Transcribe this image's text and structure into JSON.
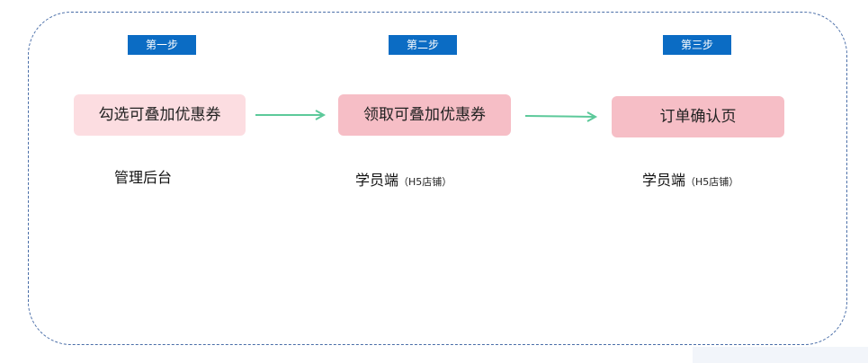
{
  "steps": [
    {
      "tag": "第一步",
      "node": "勾选可叠加优惠券",
      "caption": "管理后台",
      "caption_note": ""
    },
    {
      "tag": "第二步",
      "node": "领取可叠加优惠券",
      "caption": "学员端",
      "caption_note": "（H5店铺）"
    },
    {
      "tag": "第三步",
      "node": "订单确认页",
      "caption": "学员端",
      "caption_note": "（H5店铺）"
    }
  ],
  "colors": {
    "step_tag": "#0b6cc4",
    "node_light": "#fcdde1",
    "node": "#f6bec6",
    "arrow": "#5cc99a",
    "frame_border": "#4a6ea8"
  }
}
